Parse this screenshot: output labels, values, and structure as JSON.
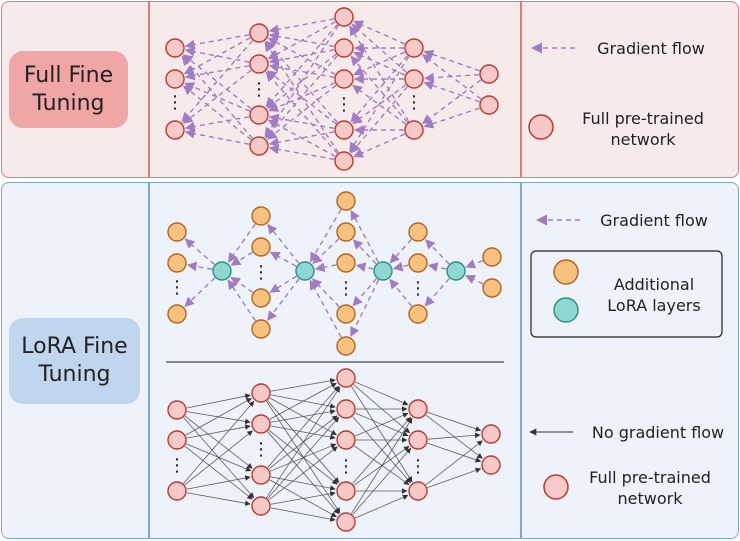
{
  "full_section": {
    "title": "Full Fine Tuning",
    "legend": {
      "gradient_flow": "Gradient flow",
      "network_line1": "Full pre-trained",
      "network_line2": "network"
    }
  },
  "lora_section": {
    "title_line1": "LoRA Fine",
    "title_line2": "Tuning",
    "legend": {
      "gradient_flow": "Gradient flow",
      "additional_line1": "Additional",
      "additional_line2": "LoRA layers",
      "no_gradient": "No gradient flow",
      "network_line1": "Full pre-trained",
      "network_line2": "network"
    }
  },
  "ellipsis": "⋮",
  "colors": {
    "full_panel_bg": "#f7eaea",
    "full_panel_border": "#e07b7b",
    "lora_panel_bg": "#eef2fa",
    "lora_panel_border": "#7fa7d6",
    "pretrained_node": "#f8c9c9",
    "pretrained_node_stroke": "#c0392b",
    "lora_node": "#f7c27f",
    "lora_node_stroke": "#b5651d",
    "adapter_node": "#8fd8d2",
    "adapter_node_stroke": "#2f8f88",
    "gradient_arrow": "#a07cc5",
    "frozen_edge": "#444444"
  }
}
